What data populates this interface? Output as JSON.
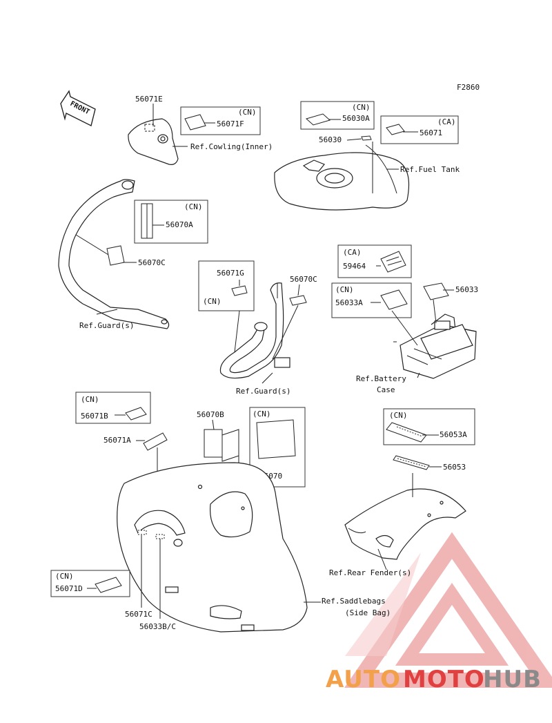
{
  "figure_code": "F2860",
  "front_label": "FRONT",
  "parts": {
    "p56071E": "56071E",
    "p56071F": "56071F",
    "p56030A": "56030A",
    "p56030": "56030",
    "p56071": "56071",
    "p56070A": "56070A",
    "p56070C_left": "56070C",
    "p56071G": "56071G",
    "p56070C_mid": "56070C",
    "p59464": "59464",
    "p56033A": "56033A",
    "p56033": "56033",
    "p56071B": "56071B",
    "p56071A": "56071A",
    "p56070B": "56070B",
    "p56070": "56070",
    "p56053A": "56053A",
    "p56053": "56053",
    "p56071D": "56071D",
    "p56071C": "56071C",
    "p56033BC": "56033B/C"
  },
  "region_tags": {
    "cn": "(CN)",
    "ca": "(CA)"
  },
  "refs": {
    "cowling": "Ref.Cowling(Inner)",
    "fuel_tank": "Ref.Fuel Tank",
    "guard_left": "Ref.Guard(s)",
    "guard_mid": "Ref.Guard(s)",
    "battery_line1": "Ref.Battery",
    "battery_line2": "Case",
    "rear_fender": "Ref.Rear Fender(s)",
    "saddlebags_line1": "Ref.Saddlebags",
    "saddlebags_line2": "(Side Bag)"
  },
  "watermark": {
    "part1": "AUTO",
    "part2": "MOTO",
    "part3": "HUB",
    "color_orange": "#f2a04a",
    "color_red": "#e04040",
    "color_gray": "#8a8a8a"
  }
}
